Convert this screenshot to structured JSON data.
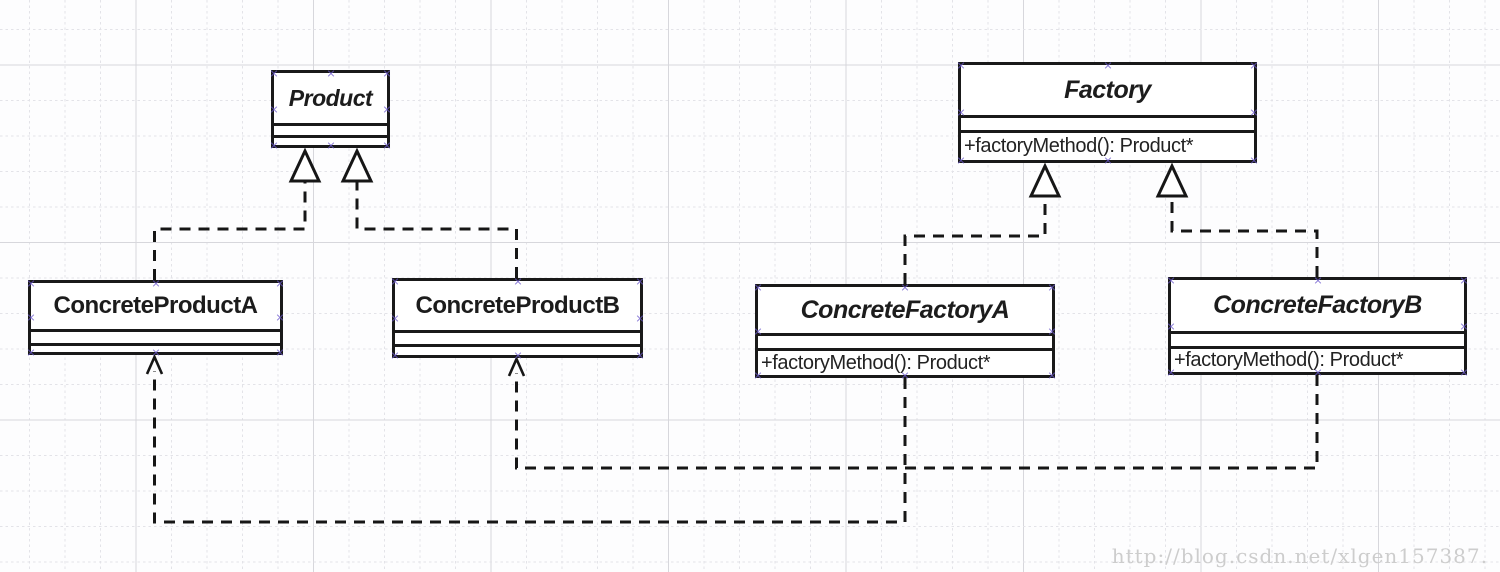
{
  "classes": [
    {
      "name": "Product",
      "abstract": true,
      "attributes": "",
      "methods": ""
    },
    {
      "name": "Factory",
      "abstract": true,
      "attributes": "",
      "methods": "+factoryMethod(): Product*"
    },
    {
      "name": "ConcreteProductA",
      "abstract": false,
      "attributes": "",
      "methods": ""
    },
    {
      "name": "ConcreteProductB",
      "abstract": false,
      "attributes": "",
      "methods": ""
    },
    {
      "name": "ConcreteFactoryA",
      "abstract": true,
      "attributes": "",
      "methods": "+factoryMethod(): Product*"
    },
    {
      "name": "ConcreteFactoryB",
      "abstract": true,
      "attributes": "",
      "methods": "+factoryMethod(): Product*"
    }
  ],
  "relationships": [
    {
      "from": "ConcreteProductA",
      "to": "Product",
      "type": "realization"
    },
    {
      "from": "ConcreteProductB",
      "to": "Product",
      "type": "realization"
    },
    {
      "from": "ConcreteFactoryA",
      "to": "Factory",
      "type": "realization"
    },
    {
      "from": "ConcreteFactoryB",
      "to": "Factory",
      "type": "realization"
    },
    {
      "from": "ConcreteFactoryA",
      "to": "ConcreteProductA",
      "type": "dependency"
    },
    {
      "from": "ConcreteFactoryB",
      "to": "ConcreteProductB",
      "type": "dependency"
    }
  ],
  "watermark": {
    "text": "http://blog.csdn.net/xlgen157387."
  },
  "colors": {
    "line": "#161616",
    "grid_minor": "#e3e3e8",
    "grid_major": "#d7d7dc",
    "connection_point": "#6c5ace",
    "watermark": "#cdcdcd",
    "box_background": "#ffffff"
  }
}
